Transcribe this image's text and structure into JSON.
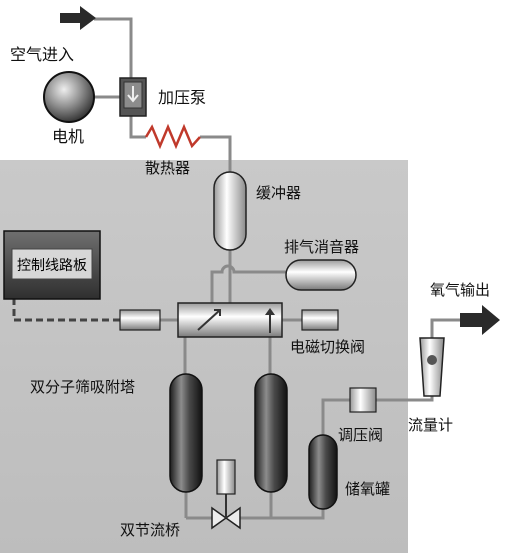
{
  "labels": {
    "air_inlet": "空气进入",
    "motor": "电机",
    "compressor": "加压泵",
    "radiator": "散热器",
    "buffer_tank": "缓冲器",
    "control_board": "控制线路板",
    "exhaust_muffler": "排气消音器",
    "solenoid_valve": "电磁切换阀",
    "oxygen_outlet": "氧气输出",
    "sieve_towers": "双分子筛吸附塔",
    "pressure_regulator": "调压阀",
    "flow_meter": "流量计",
    "oxygen_tank": "储氧罐",
    "double_flow_bridge": "双节流桥"
  },
  "colors": {
    "panel": "#c4c4c4",
    "pipe": "#8a8a8a",
    "radiator": "#c0392b",
    "component_dark": "#3a3a3a",
    "component_light": "#f4f4f4"
  }
}
